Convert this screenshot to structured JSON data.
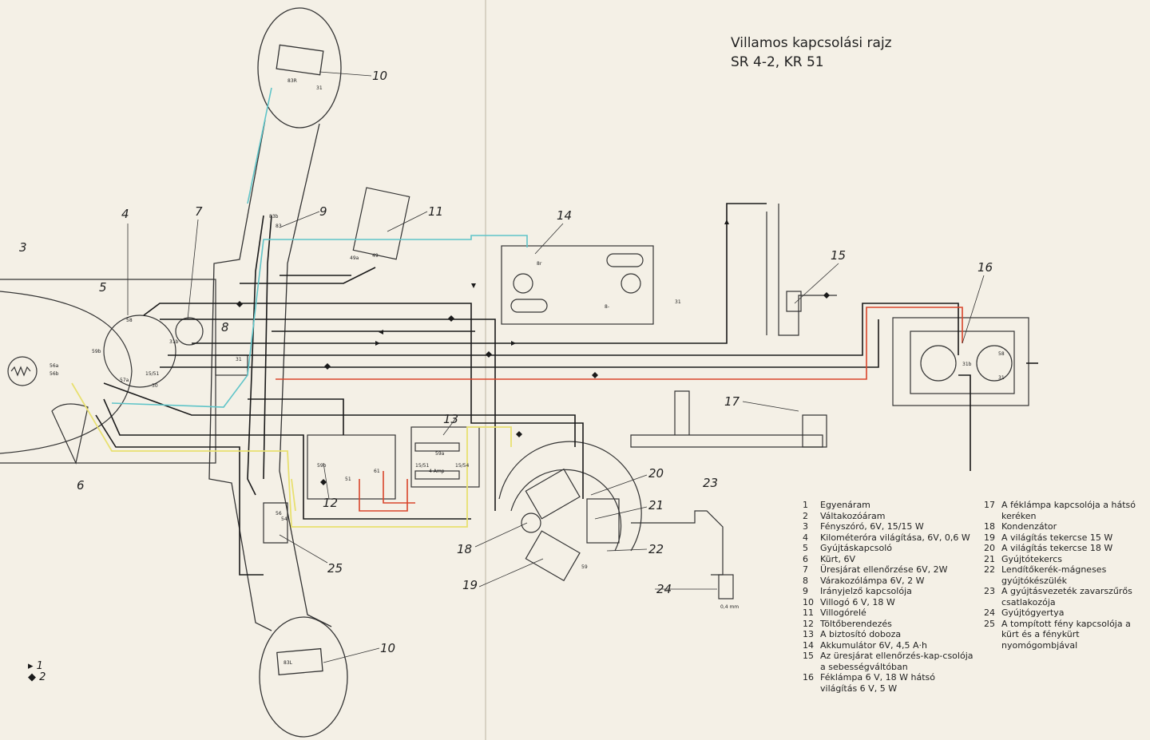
{
  "title": {
    "line1": "Villamos kapcsolási rajz",
    "line2": "SR 4-2, KR 51"
  },
  "callouts": [
    "3",
    "4",
    "5",
    "6",
    "7",
    "8",
    "9",
    "10",
    "10",
    "11",
    "12",
    "13",
    "14",
    "15",
    "16",
    "17",
    "18",
    "19",
    "20",
    "21",
    "22",
    "23",
    "24",
    "25"
  ],
  "terminals": [
    "83R",
    "31",
    "83b",
    "83",
    "49a",
    "49",
    "8r",
    "8-",
    "31",
    "58",
    "31b",
    "59b",
    "56a",
    "56b",
    "57a",
    "15/51",
    "30",
    "31",
    "56",
    "51",
    "61",
    "59a",
    "59b",
    "59",
    "4 Amp",
    "15/51",
    "15/54",
    "58",
    "31b",
    "31",
    "83L",
    "54",
    "0,4 mm"
  ],
  "key": [
    {
      "symbol": "▸",
      "label": "1"
    },
    {
      "symbol": "◆",
      "label": "2"
    }
  ],
  "legend_left": [
    {
      "n": "1",
      "text": "Egyenáram"
    },
    {
      "n": "2",
      "text": "Váltakozóáram"
    },
    {
      "n": "3",
      "text": "Fényszóró, 6V, 15/15 W"
    },
    {
      "n": "4",
      "text": "Kilométeróra világítása, 6V, 0,6 W"
    },
    {
      "n": "5",
      "text": "Gyújtáskapcsoló"
    },
    {
      "n": "6",
      "text": "Kürt, 6V"
    },
    {
      "n": "7",
      "text": "Üresjárat ellenőrzése 6V, 2W"
    },
    {
      "n": "8",
      "text": "Várakozólámpa 6V, 2 W"
    },
    {
      "n": "9",
      "text": "Irányjelző kapcsolója"
    },
    {
      "n": "10",
      "text": "Villogó 6 V, 18 W"
    },
    {
      "n": "11",
      "text": "Villogórelé"
    },
    {
      "n": "12",
      "text": "Töltőberendezés"
    },
    {
      "n": "13",
      "text": "A biztosító doboza"
    },
    {
      "n": "14",
      "text": "Akkumulátor 6V, 4,5 A·h"
    },
    {
      "n": "15",
      "text": "Az üresjárat ellenőrzés-kap-csolója a sebességváltóban"
    },
    {
      "n": "16",
      "text": "Féklámpa 6 V, 18 W hátsó világítás 6 V, 5 W"
    }
  ],
  "legend_right": [
    {
      "n": "17",
      "text": "A féklámpa kapcsolója a hátsó keréken"
    },
    {
      "n": "18",
      "text": "Kondenzátor"
    },
    {
      "n": "19",
      "text": "A világítás tekercse 15 W"
    },
    {
      "n": "20",
      "text": "A világítás tekercse 18 W"
    },
    {
      "n": "21",
      "text": "Gyújtótekercs"
    },
    {
      "n": "22",
      "text": "Lendítőkerék-mágneses gyújtókészülék"
    },
    {
      "n": "23",
      "text": "A gyújtásvezeték zavarszűrős csatlakozója"
    },
    {
      "n": "24",
      "text": "Gyújtógyertya"
    },
    {
      "n": "25",
      "text": "A tompított fény kapcsolója a kürt és a fénykürt nyomógombjával"
    }
  ],
  "colors": {
    "paper": "#f4f0e6",
    "wire": "#1a1a1a",
    "red": "#d9452b",
    "cyan": "#5fc4c8",
    "yellow": "#e8e070"
  }
}
